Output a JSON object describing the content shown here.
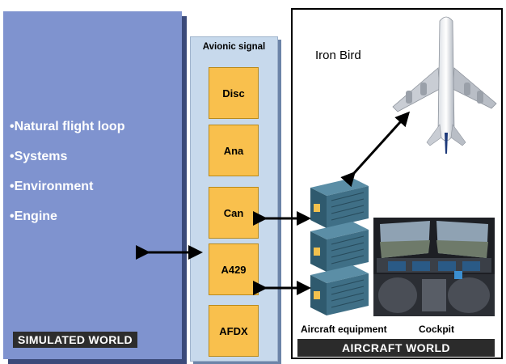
{
  "simulated_world": {
    "items": [
      "•Natural flight loop",
      "•Systems",
      "•Environment",
      "•Engine"
    ],
    "label": "SIMULATED WORLD"
  },
  "avionic_signal": {
    "title": "Avionic signal",
    "signals": [
      "Disc",
      "Ana",
      "Can",
      "A429",
      "AFDX"
    ]
  },
  "aircraft_world": {
    "iron_bird": "Iron Bird",
    "equipment_label": "Aircraft equipment",
    "cockpit_label": "Cockpit",
    "label": "AIRCRAFT WORLD"
  },
  "colors": {
    "simulated_panel": "#7f93cf",
    "avionic_panel": "#c7d9ec",
    "signal_box": "#f9c04d",
    "equipment": "#3f6f86"
  },
  "icons": [
    "airplane-icon",
    "avionics-rack-icon",
    "cockpit-photo",
    "double-arrow-icon"
  ]
}
